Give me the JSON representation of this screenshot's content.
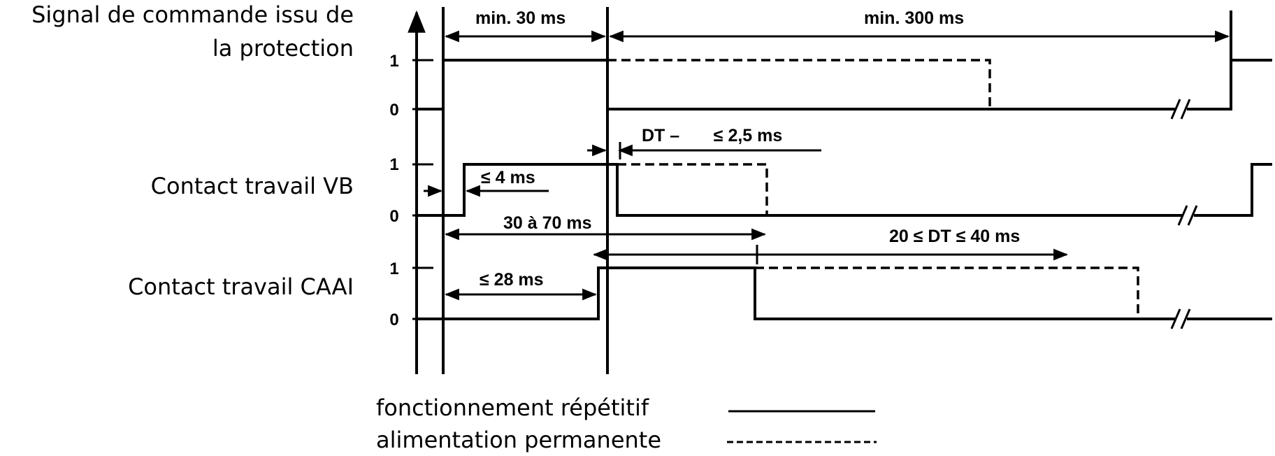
{
  "rows": {
    "signal": {
      "label_line1": "Signal de commande issu de",
      "label_line2": "la protection"
    },
    "vb": {
      "label": "Contact travail VB"
    },
    "caai": {
      "label": "Contact travail CAAI"
    }
  },
  "levels": {
    "high": "1",
    "low": "0"
  },
  "annotations": {
    "min_30": "min. 30 ms",
    "min_300": "min. 300 ms",
    "dt_25": "DT –       ≤ 2,5 ms",
    "le_4": "≤ 4 ms",
    "r_30_70": "30 à 70 ms",
    "dt_20_40": "20 ≤ DT ≤ 40 ms",
    "le_28": "≤ 28 ms"
  },
  "legend": {
    "solid_label": "fonctionnement répétitif",
    "dashed_label": "alimentation permanente"
  }
}
